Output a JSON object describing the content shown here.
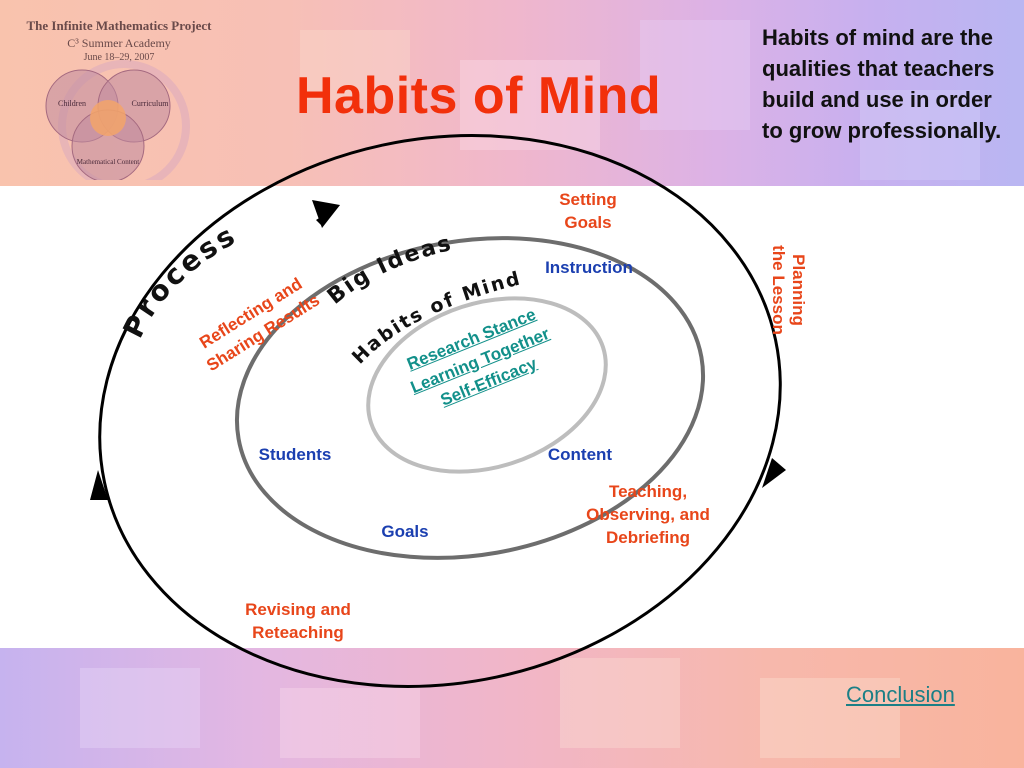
{
  "logo": {
    "line1": "The Infinite Mathematics Project",
    "line2": "C³ Summer Academy",
    "line3": "June 18–29, 2007",
    "circles": [
      "Children",
      "Curriculum",
      "Mathematical Content"
    ]
  },
  "title": "Habits of Mind",
  "description": "Habits of mind are the qualities that teachers build and use in order to grow professionally.",
  "cycle": {
    "process_label": "Process",
    "steps": [
      "Setting Goals",
      "Planning the Lesson",
      "Teaching, Observing, and Debriefing",
      "Revising and Reteaching",
      "Reflecting and Sharing Results"
    ]
  },
  "big_ideas": {
    "label": "Big Ideas",
    "items": [
      "Instruction",
      "Content",
      "Goals",
      "Students"
    ]
  },
  "habits": {
    "label": "Habits of Mind",
    "items": [
      "Research Stance",
      "Learning Together",
      "Self-Efficacy"
    ]
  },
  "conclusion_link": "Conclusion",
  "colors": {
    "title": "#f2300b",
    "step_labels": "#e8461a",
    "big_idea_labels": "#1b3fb0",
    "habit_links": "#12908a"
  }
}
